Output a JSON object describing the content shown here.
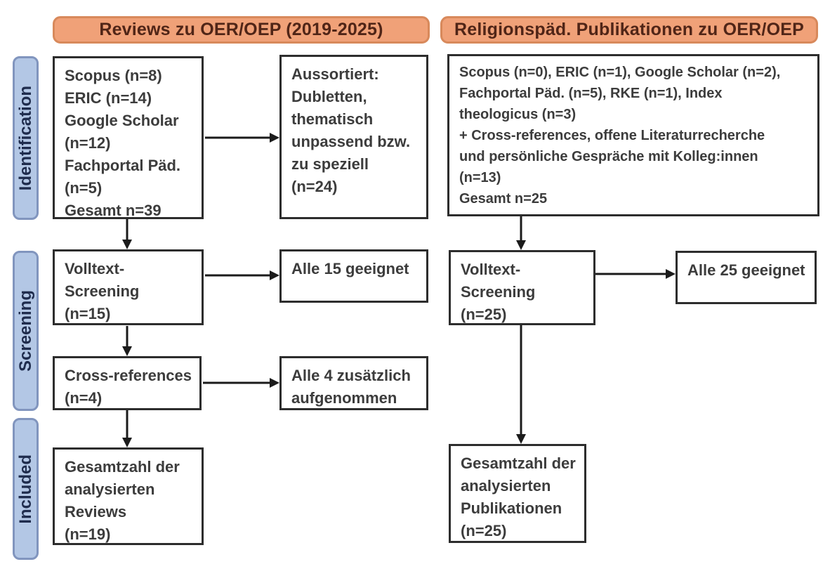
{
  "diagram": {
    "columns": {
      "left_header": "Reviews zu OER/OEP (2019-2025)",
      "right_header": "Religionspäd. Publikationen zu OER/OEP"
    },
    "stages": {
      "identification": "Identification",
      "screening": "Screening",
      "included": "Included"
    },
    "boxes": {
      "left_sources": "Scopus (n=8)\nERIC (n=14)\nGoogle Scholar\n(n=12)\nFachportal Päd.\n(n=5)\nGesamt n=39",
      "left_excluded": "Aussortiert:\nDubletten,\nthematisch\nunpassend bzw.\nzu speziell\n(n=24)",
      "left_fulltext": "Volltext-\nScreening\n(n=15)",
      "left_fulltext_result": "Alle 15 geeignet",
      "left_crossref": "Cross-references\n(n=4)",
      "left_crossref_result": "Alle 4 zusätzlich\naufgenommen",
      "left_included": "Gesamtzahl der\nanalysierten\nReviews\n(n=19)",
      "right_sources": "Scopus (n=0), ERIC (n=1), Google Scholar (n=2),\nFachportal Päd. (n=5), RKE (n=1), Index\ntheologicus (n=3)\n+ Cross-references, offene Literaturrecherche\nund persönliche Gespräche mit Kolleg:innen\n(n=13)\nGesamt n=25",
      "right_fulltext": "Volltext-\nScreening\n(n=25)",
      "right_fulltext_result": "Alle 25 geeignet",
      "right_included": "Gesamtzahl der\nanalysierten\nPublikationen\n(n=25)"
    },
    "colors": {
      "header_fill": "#F0A178",
      "header_border": "#D8895B",
      "header_text": "#502517",
      "stage_fill": "#B3C7E5",
      "stage_border": "#8195BE",
      "stage_text": "#1F2C4D",
      "box_border": "#2D2D2D",
      "box_text": "#3C3C3C",
      "arrow": "#1B1B1B",
      "background": "#FFFFFF"
    }
  }
}
